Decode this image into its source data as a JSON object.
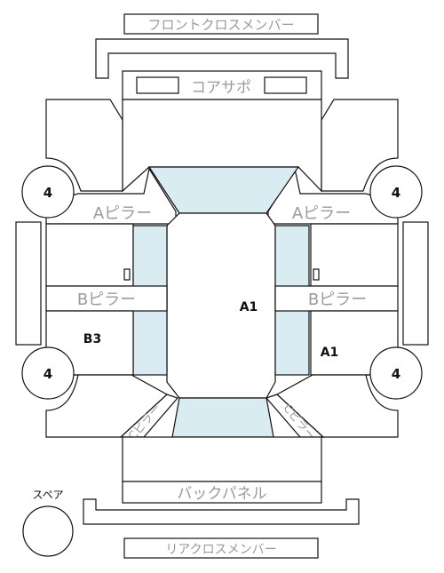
{
  "labels": {
    "front_cross_member": "フロントクロスメンバー",
    "core_support": "コアサポ",
    "a_pillar_left": "Aピラー",
    "a_pillar_right": "Aピラー",
    "b_pillar_left": "Bピラー",
    "b_pillar_right": "Bピラー",
    "c_pillar_left": "Cピラー",
    "c_pillar_right": "Cピラー",
    "back_panel": "バックパネル",
    "rear_cross_member": "リアクロスメンバー",
    "spare": "スペア"
  },
  "grades": {
    "roof": "A1",
    "rear_left_door": "B3",
    "rear_right_door": "A1"
  },
  "tires": {
    "front_left": "4",
    "front_right": "4",
    "rear_left": "4",
    "rear_right": "4"
  },
  "colors": {
    "glass": "#d8ecf1",
    "line": "#111111",
    "label_gray": "#9a9a9a"
  }
}
